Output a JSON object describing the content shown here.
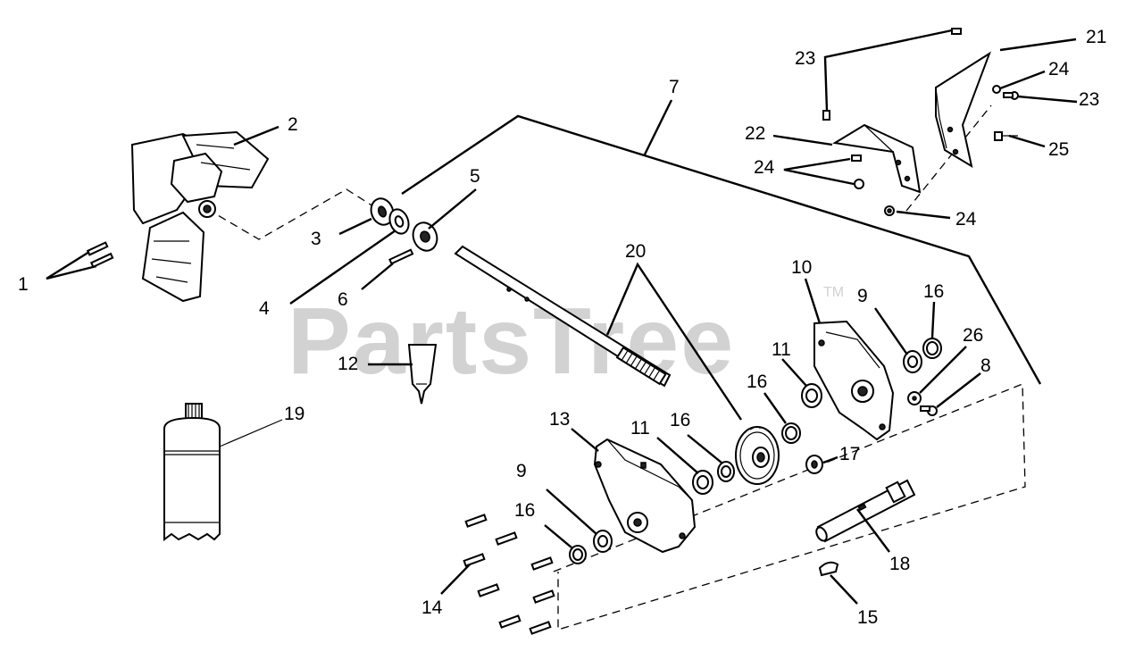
{
  "watermark": {
    "brand": "PartsTree",
    "trademark": "TM"
  },
  "callouts": [
    {
      "id": "c1",
      "label": "1"
    },
    {
      "id": "c2",
      "label": "2"
    },
    {
      "id": "c3",
      "label": "3"
    },
    {
      "id": "c4",
      "label": "4"
    },
    {
      "id": "c5",
      "label": "5"
    },
    {
      "id": "c6",
      "label": "6"
    },
    {
      "id": "c7",
      "label": "7"
    },
    {
      "id": "c8",
      "label": "8"
    },
    {
      "id": "c9a",
      "label": "9"
    },
    {
      "id": "c9b",
      "label": "9"
    },
    {
      "id": "c10",
      "label": "10"
    },
    {
      "id": "c11a",
      "label": "11"
    },
    {
      "id": "c11b",
      "label": "11"
    },
    {
      "id": "c12",
      "label": "12"
    },
    {
      "id": "c13",
      "label": "13"
    },
    {
      "id": "c14",
      "label": "14"
    },
    {
      "id": "c15",
      "label": "15"
    },
    {
      "id": "c16a",
      "label": "16"
    },
    {
      "id": "c16b",
      "label": "16"
    },
    {
      "id": "c16c",
      "label": "16"
    },
    {
      "id": "c16d",
      "label": "16"
    },
    {
      "id": "c17",
      "label": "17"
    },
    {
      "id": "c18",
      "label": "18"
    },
    {
      "id": "c19",
      "label": "19"
    },
    {
      "id": "c20",
      "label": "20"
    },
    {
      "id": "c21",
      "label": "21"
    },
    {
      "id": "c22",
      "label": "22"
    },
    {
      "id": "c23a",
      "label": "23"
    },
    {
      "id": "c23b",
      "label": "23"
    },
    {
      "id": "c24a",
      "label": "24"
    },
    {
      "id": "c24b",
      "label": "24"
    },
    {
      "id": "c24c",
      "label": "24"
    },
    {
      "id": "c25",
      "label": "25"
    },
    {
      "id": "c26",
      "label": "26"
    }
  ]
}
